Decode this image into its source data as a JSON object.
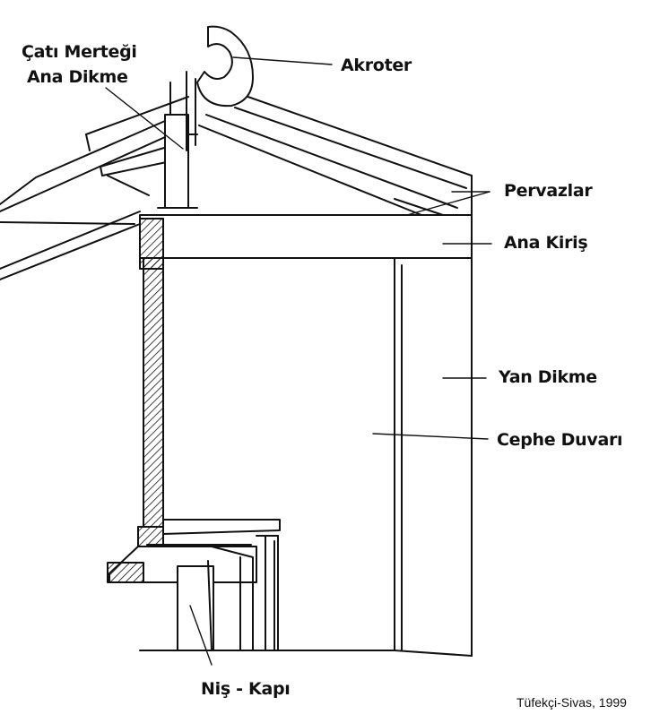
{
  "labels": {
    "roof_rafter": "Çatı Merteği",
    "main_post": "Ana Dikme",
    "akroter": "Akroter",
    "pervazlar": "Pervazlar",
    "main_beam": "Ana Kiriş",
    "side_post": "Yan Dikme",
    "facade_wall": "Cephe Duvarı",
    "niche_door": "Niş - Kapı"
  },
  "credit": "Tüfekçi-Sivas, 1999",
  "colors": {
    "ink": "#111111",
    "paper": "#ffffff"
  }
}
